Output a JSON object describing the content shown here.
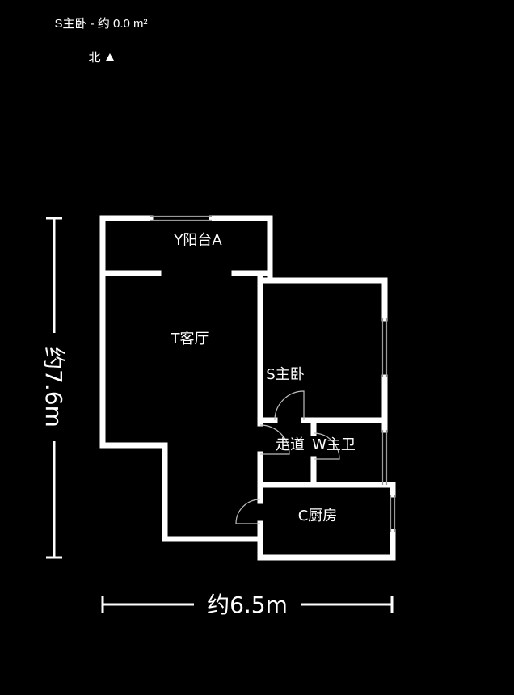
{
  "header": {
    "room_title": "S主卧 - 约 0.0 m²",
    "compass_label": "北",
    "compass_icon": "north-arrow-icon"
  },
  "plan": {
    "rooms": {
      "balcony": "Y阳台A",
      "living": "T客厅",
      "master_bedroom": "S主卧",
      "corridor": "走道",
      "master_bath": "W主卫",
      "kitchen": "C厨房"
    },
    "dimensions": {
      "width": "约6.5m",
      "height": "约7.6m"
    }
  },
  "colors": {
    "background": "#000000",
    "wall": "#ffffff",
    "window": "#9a9a9a"
  }
}
